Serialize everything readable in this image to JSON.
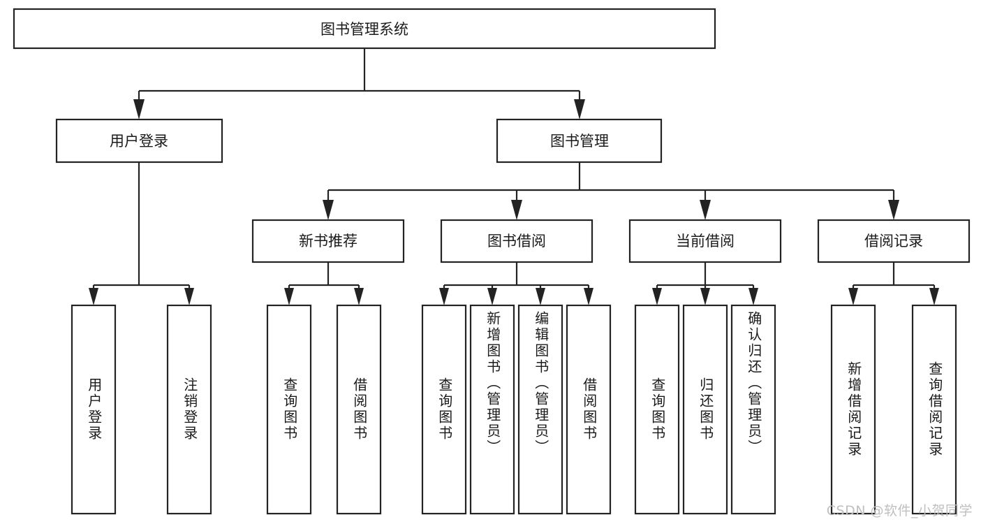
{
  "diagram": {
    "title": "图书管理系统",
    "type": "hierarchy-tree",
    "watermark": "CSDN @软件_小贺同学",
    "colors": {
      "stroke": "#232323",
      "box_fill": "#ffffff",
      "text": "#1a1a1a",
      "background": "#ffffff",
      "watermark": "#bfbfbf"
    },
    "root": {
      "label": "图书管理系统"
    },
    "level2": [
      {
        "label": "用户登录"
      },
      {
        "label": "图书管理"
      }
    ],
    "level3": [
      {
        "label": "新书推荐"
      },
      {
        "label": "图书借阅"
      },
      {
        "label": "当前借阅"
      },
      {
        "label": "借阅记录"
      }
    ],
    "leaves": {
      "user_login": [
        {
          "label": "用户登录"
        },
        {
          "label": "注销登录"
        }
      ],
      "new_book_recommend": [
        {
          "label": "查询图书"
        },
        {
          "label": "借阅图书"
        }
      ],
      "book_borrow": [
        {
          "label": "查询图书"
        },
        {
          "label": "新增图书（管理员）"
        },
        {
          "label": "编辑图书（管理员）"
        },
        {
          "label": "借阅图书"
        }
      ],
      "current_borrow": [
        {
          "label": "查询图书"
        },
        {
          "label": "归还图书"
        },
        {
          "label": "确认归还（管理员）"
        }
      ],
      "borrow_record": [
        {
          "label": "新增借阅记录"
        },
        {
          "label": "查询借阅记录"
        }
      ]
    }
  }
}
